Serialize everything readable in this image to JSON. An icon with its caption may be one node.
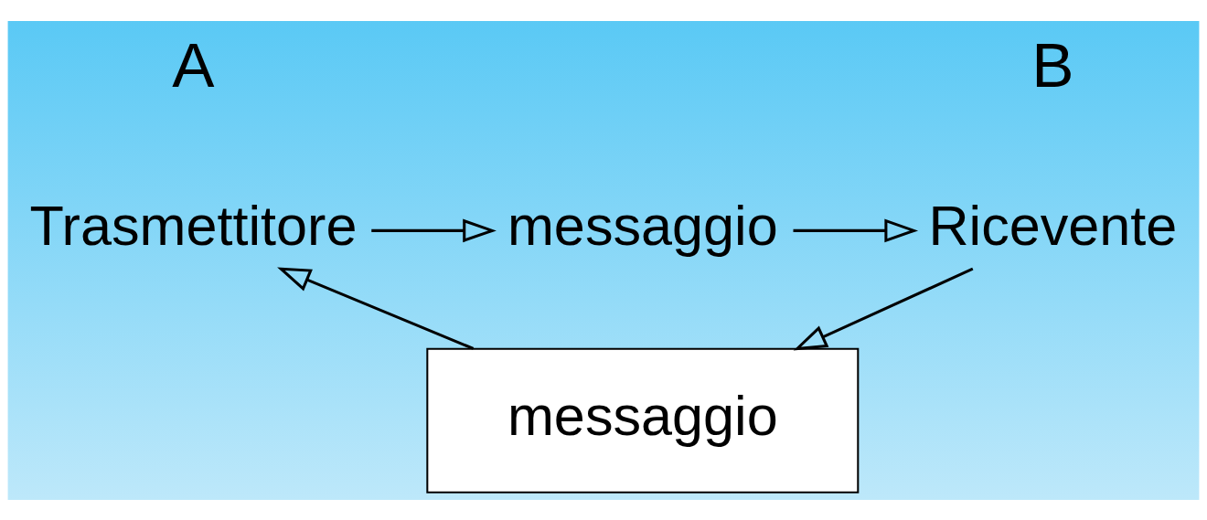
{
  "diagram": {
    "nodes": [
      {
        "text": [
          "Trasmettitore"
        ],
        "beside": [
          "A"
        ]
      },
      {
        "text": [
          "messaggio"
        ]
      },
      {
        "text": [
          "Ricevente"
        ],
        "beside": [
          "B"
        ]
      },
      {
        "text": [
          "messaggio"
        ]
      }
    ],
    "edges": [
      {
        "from": 0,
        "to": 1,
        "arrow": "to"
      },
      {
        "from": 1,
        "to": 2,
        "arrow": "to"
      },
      {
        "from": 2,
        "to": 3,
        "arrow": "to"
      },
      {
        "from": 3,
        "to": 0,
        "arrow": "to"
      }
    ]
  }
}
